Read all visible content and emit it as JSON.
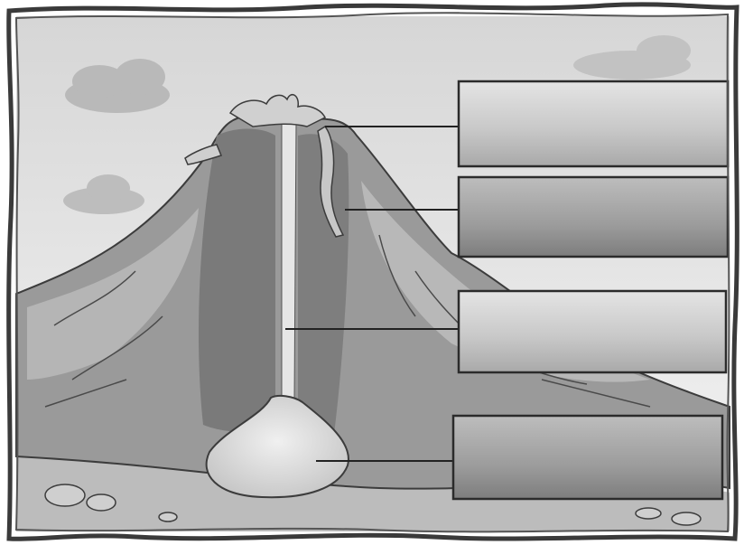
{
  "diagram": {
    "labels": [
      {
        "id": "label-1",
        "text": ""
      },
      {
        "id": "label-2",
        "text": ""
      },
      {
        "id": "label-3",
        "text": ""
      },
      {
        "id": "label-4",
        "text": ""
      }
    ]
  },
  "colors": {
    "sky_top": "#d9d9d9",
    "sky_bottom": "#f2f2f2",
    "volcano_light": "#a8a8a8",
    "volcano_mid": "#8c8c8c",
    "volcano_dark": "#6e6e6e",
    "magma": "#dcdcdc",
    "frame": "#3a3a3a",
    "box_fill": "#cfcfcf",
    "box_border": "#2b2b2b"
  },
  "icons": [
    "cloud-icon",
    "rock-icon"
  ]
}
